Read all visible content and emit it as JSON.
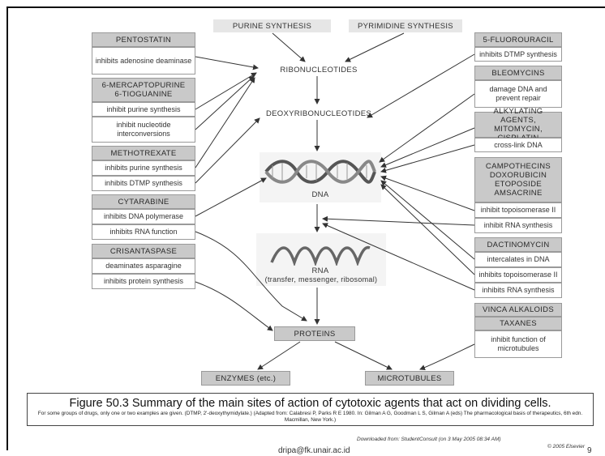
{
  "top": {
    "purine_synthesis": "PURINE SYNTHESIS",
    "pyrimidine_synthesis": "PYRIMIDINE SYNTHESIS",
    "ribonucleotides": "RIBONUCLEOTIDES",
    "deoxyribonucleotides": "DEOXYRIBONUCLEOTIDES",
    "dna": "DNA",
    "rna": "RNA",
    "rna_types": "(transfer, messenger, ribosomal)",
    "proteins": "PROTEINS",
    "enzymes": "ENZYMES (etc.)",
    "microtubules": "MICROTUBULES"
  },
  "left": {
    "pentostatin": "PENTOSTATIN",
    "pentostatin_action": "inhibits adenosine deaminase",
    "mercaptopurine": "6-MERCAPTOPURINE",
    "tioguanine": "6-TIOGUANINE",
    "mp_action1": "inhibit purine synthesis",
    "mp_action2": "inhibit nucleotide interconversions",
    "methotrexate": "METHOTREXATE",
    "mtx_action1": "inhibits purine synthesis",
    "mtx_action2": "inhibits DTMP synthesis",
    "cytarabine": "CYTARABINE",
    "cyt_action1": "inhibits DNA polymerase",
    "cyt_action2": "inhibits RNA function",
    "crisantaspase": "CRISANTASPASE",
    "cris_action1": "deaminates asparagine",
    "cris_action2": "inhibits protein synthesis"
  },
  "right": {
    "fluorouracil": "5-FLUOROURACIL",
    "fu_action": "inhibits DTMP synthesis",
    "bleomycins": "BLEOMYCINS",
    "bleo_action": "damage DNA and prevent repair",
    "alkylating": "ALKYLATING AGENTS, MITOMYCIN, CISPLATIN",
    "alk_action": "cross-link DNA",
    "campothecins": "CAMPOTHECINS",
    "doxorubicin": "DOXORUBICIN",
    "etoposide": "ETOPOSIDE",
    "amsacrine": "AMSACRINE",
    "camp_action1": "inhibit topoisomerase II",
    "camp_action2": "inhibit RNA synthesis",
    "dactinomycin": "DACTINOMYCIN",
    "dact_action1": "intercalates in DNA",
    "dact_action2": "inhibits topoisomerase II",
    "dact_action3": "inhibits RNA synthesis",
    "vinca": "VINCA ALKALOIDS",
    "taxanes": "TAXANES",
    "vinca_action": "inhibit function of microtubules"
  },
  "caption": {
    "title": "Figure 50.3 Summary of the main sites of action of cytotoxic agents that act on dividing cells.",
    "note": "For some groups of drugs, only one or two examples are given. (DTMP, 2'-deoxythymidylate.) (Adapted from: Calabresi P, Parks R E 1980. In: Gilman A G, Goodman L S, Gilman A (eds) The pharmacological basis of therapeutics, 6th edn. Macmillan, New York.)"
  },
  "footer": {
    "downloaded": "Downloaded from: StudentConsult (on 3 May 2005 08:34 AM)",
    "copyright": "© 2005 Elsevier",
    "email": "dripa@fk.unair.ac.id",
    "page_number": "9"
  }
}
